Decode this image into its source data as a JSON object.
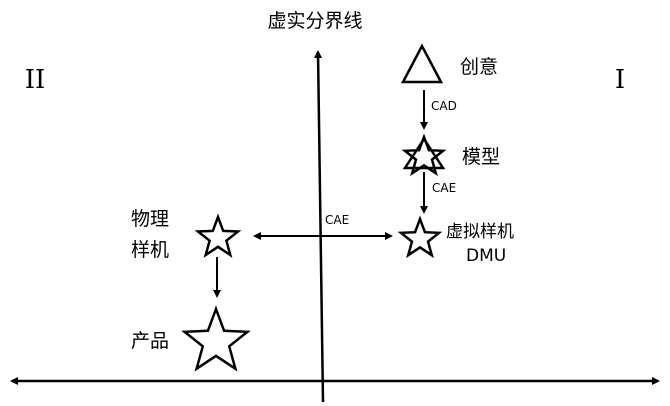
{
  "title": "虚实分界线",
  "quadrants": {
    "left": "II",
    "right": "I"
  },
  "nodes": {
    "idea": {
      "label": "创意",
      "icon": "triangle"
    },
    "model": {
      "label": "模型",
      "icon": "star-with-triangle"
    },
    "dmu": {
      "label_line1": "虚拟样机",
      "label_line2": "DMU",
      "icon": "star"
    },
    "physical": {
      "label_line1": "物理",
      "label_line2": "样机",
      "icon": "star"
    },
    "product": {
      "label": "产品",
      "icon": "large-star"
    }
  },
  "edges": {
    "idea_to_model": "CAD",
    "model_to_dmu": "CAE",
    "dmu_physical": "CAE"
  }
}
